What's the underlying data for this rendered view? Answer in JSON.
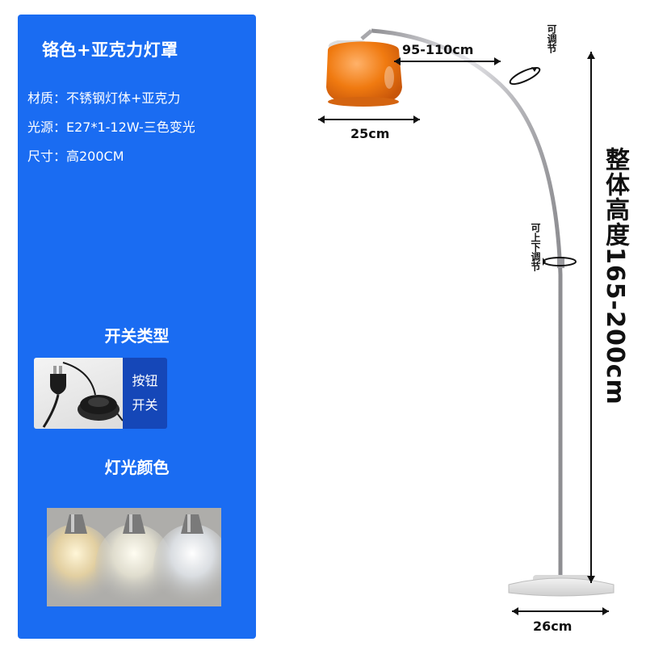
{
  "product": {
    "title": "铬色+亚克力灯罩",
    "specs": [
      "材质：不锈钢灯体+亚克力",
      "光源：E27*1-12W-三色变光",
      "尺寸：高200CM"
    ]
  },
  "switch_section": {
    "title": "开关类型",
    "label_line1": "按钮",
    "label_line2": "开关"
  },
  "light_section": {
    "title": "灯光颜色"
  },
  "dimensions": {
    "arm_length": "95-110cm",
    "shade_width": "25cm",
    "base_width": "26cm",
    "overall_height": "整体高度165-200cm",
    "adjustable_top": "可调节",
    "adjustable_mid": "可上下调节"
  },
  "colors": {
    "panel_blue": "#1a6cf2",
    "switch_label_blue": "#1547b8",
    "shade_orange": "#f07a10",
    "pole_silver": "#b8b8bc"
  },
  "icons": {
    "switch_photo": "plug-and-foot-switch-icon",
    "light_samples": "three-spotlight-icon"
  }
}
